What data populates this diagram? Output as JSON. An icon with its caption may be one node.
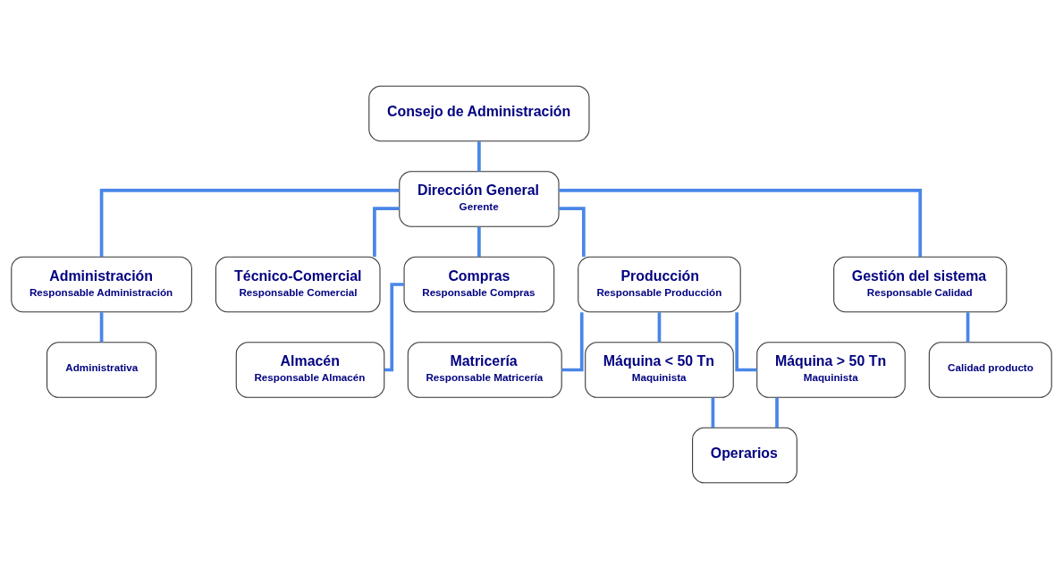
{
  "diagram": {
    "nodes": [
      {
        "text": [
          "Consejo de Administración"
        ]
      },
      {
        "text": [
          "Dirección General",
          "Gerente"
        ]
      },
      {
        "text": [
          "Administración",
          "Responsable Administración"
        ]
      },
      {
        "text": [
          "Técnico-Comercial",
          "Responsable Comercial"
        ]
      },
      {
        "text": [
          "Compras",
          "Responsable Compras"
        ]
      },
      {
        "text": [
          "Producción",
          "Responsable Producción"
        ]
      },
      {
        "text": [
          "Gestión del sistema",
          "Responsable Calidad"
        ]
      },
      {
        "text": [
          "Administrativa"
        ]
      },
      {
        "text": [
          "Almacén",
          "Responsable Almacén"
        ]
      },
      {
        "text": [
          "Matricería",
          "Responsable Matricería"
        ]
      },
      {
        "text": [
          "Máquina < 50 Tn",
          "Maquinista"
        ]
      },
      {
        "text": [
          "Máquina > 50 Tn",
          "Maquinista"
        ]
      },
      {
        "text": [
          "Calidad producto"
        ]
      },
      {
        "text": [
          "Operarios"
        ]
      }
    ],
    "edges": [
      {
        "from": 0,
        "to": 1,
        "arrow": "none"
      },
      {
        "from": 1,
        "to": 2,
        "arrow": "none"
      },
      {
        "from": 1,
        "to": 3,
        "arrow": "none"
      },
      {
        "from": 1,
        "to": 4,
        "arrow": "none"
      },
      {
        "from": 1,
        "to": 5,
        "arrow": "none"
      },
      {
        "from": 1,
        "to": 6,
        "arrow": "none"
      },
      {
        "from": 2,
        "to": 7,
        "arrow": "none"
      },
      {
        "from": 4,
        "to": 8,
        "arrow": "none"
      },
      {
        "from": 5,
        "to": 9,
        "arrow": "none"
      },
      {
        "from": 5,
        "to": 10,
        "arrow": "none"
      },
      {
        "from": 5,
        "to": 11,
        "arrow": "none"
      },
      {
        "from": 6,
        "to": 12,
        "arrow": "none"
      },
      {
        "from": 10,
        "to": 13,
        "arrow": "none"
      },
      {
        "from": 11,
        "to": 13,
        "arrow": "none"
      }
    ]
  }
}
